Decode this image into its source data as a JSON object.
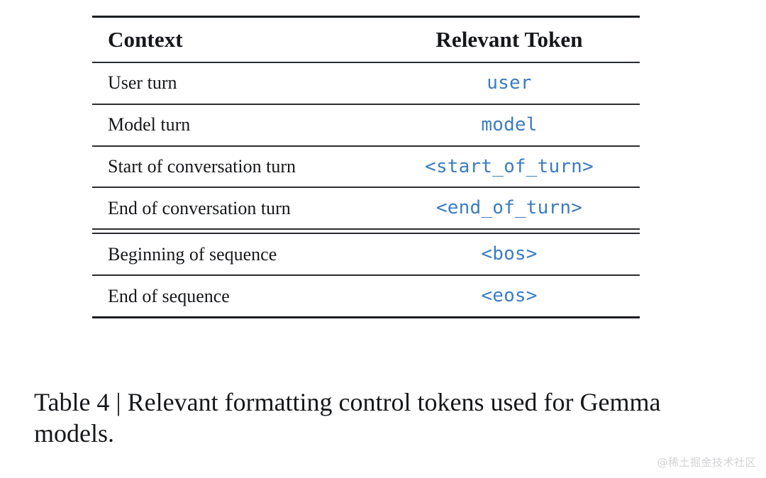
{
  "table": {
    "headers": {
      "context": "Context",
      "token": "Relevant Token"
    },
    "rows": [
      {
        "context": "User turn",
        "token": "user"
      },
      {
        "context": "Model turn",
        "token": "model"
      },
      {
        "context": "Start of conversation turn",
        "token": "<start_of_turn>"
      },
      {
        "context": "End of conversation turn",
        "token": "<end_of_turn>"
      },
      {
        "context": "Beginning of sequence",
        "token": "<bos>"
      },
      {
        "context": "End of sequence",
        "token": "<eos>"
      }
    ],
    "token_color": "#3b7cc4",
    "rule_color": "#1c1e21"
  },
  "caption": {
    "text": "Table 4 | Relevant formatting control tokens used for Gemma models."
  },
  "watermark": {
    "text": "@稀土掘金技术社区"
  }
}
